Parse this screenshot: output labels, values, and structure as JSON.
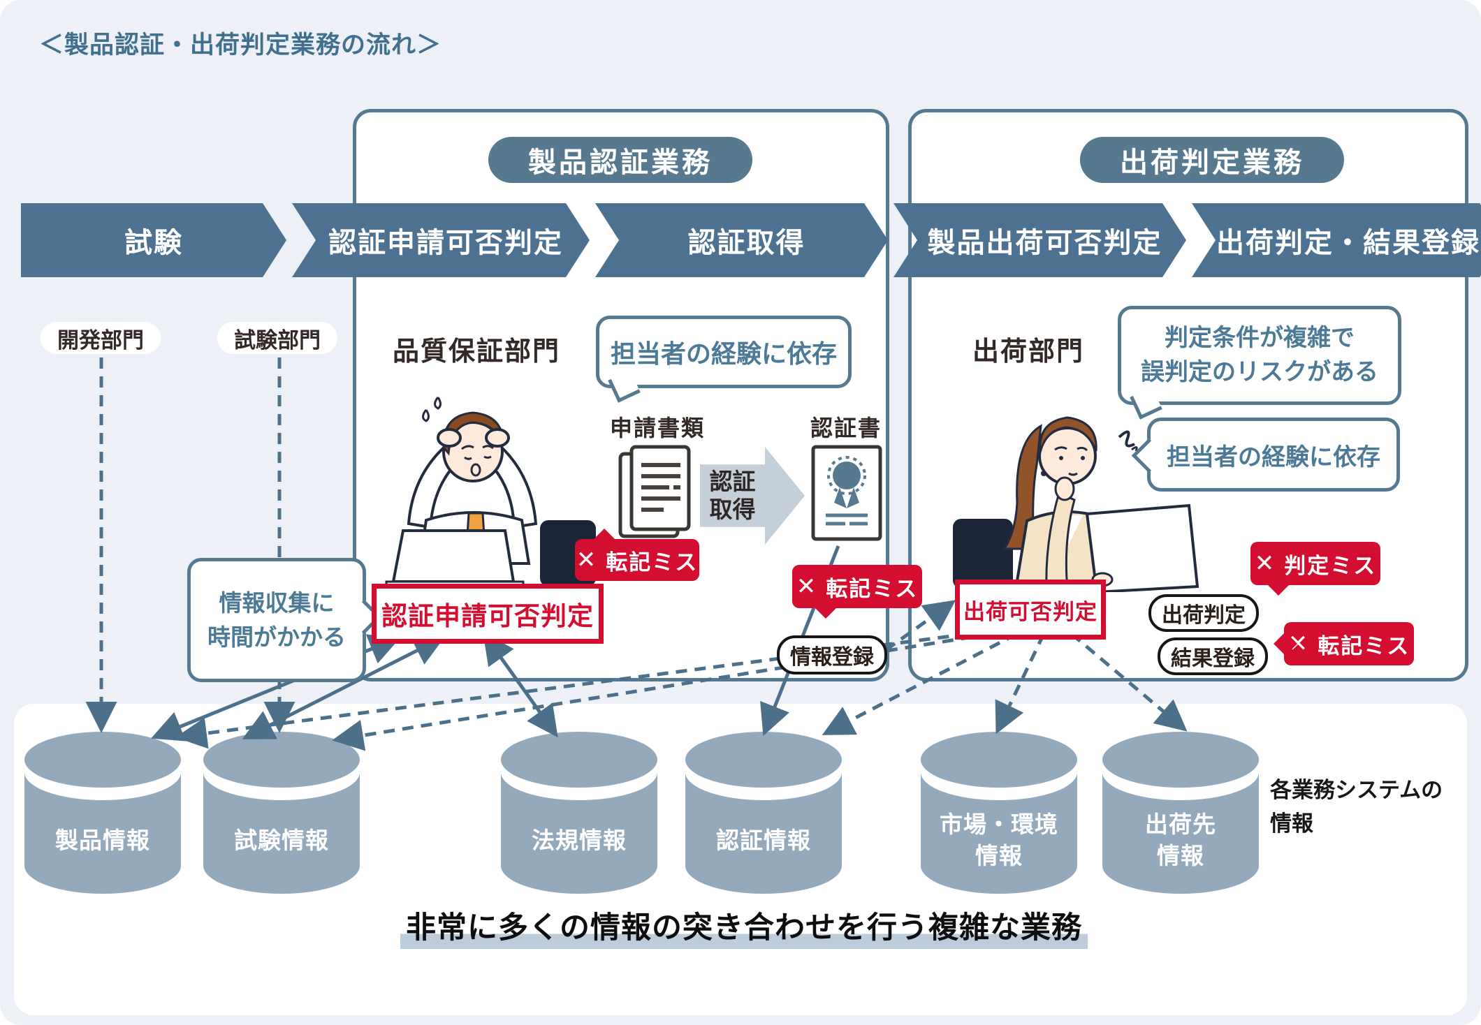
{
  "title": "＜製品認証・出荷判定業務の流れ＞",
  "icons": {
    "x": "✕"
  },
  "colors": {
    "page_bg": "#edf1f7",
    "slate": "#56798f",
    "bar": "#4d7190",
    "red": "#d40e31",
    "bubble_text": "#4c7a96",
    "cylinder": "#95a9bc",
    "highlight": "#bdccdb",
    "dark_text": "#332a27"
  },
  "bar": {
    "stages": [
      "試験",
      "認証申請可否判定",
      "認証取得",
      "製品出荷可否判定",
      "出荷判定・結果登録"
    ]
  },
  "left_depts": [
    {
      "label": "開発部門"
    },
    {
      "label": "試験部門"
    }
  ],
  "cert": {
    "header": "製品認証業務",
    "department": "品質保証部門",
    "bubble": "担当者の経験に依存",
    "docs_label": "申請書類",
    "arrow_label": "認証\n取得",
    "cert_label": "認証書",
    "badge_doc": "転記ミス",
    "badge_register": "転記ミス",
    "judgment_box": "認証申請可否判定",
    "register_pill": "情報登録"
  },
  "ship": {
    "header": "出荷判定業務",
    "department": "出荷部門",
    "bubble_risk": "判定条件が複雑で\n誤判定のリスクがある",
    "bubble_exp": "担当者の経験に依存",
    "badge_judgment": "判定ミス",
    "badge_transcribe": "転記ミス",
    "judgment_box": "出荷可否判定",
    "pill_judgment": "出荷判定",
    "pill_result": "結果登録"
  },
  "collect_bubble": {
    "text": "情報収集に\n時間がかかる"
  },
  "databases": [
    {
      "label": "製品情報"
    },
    {
      "label": "試験情報"
    },
    {
      "label": "法規情報"
    },
    {
      "label": "認証情報"
    },
    {
      "label": "市場・環境\n情報"
    },
    {
      "label": "出荷先\n情報"
    }
  ],
  "db_note": {
    "text": "各業務システムの\n情報"
  },
  "bottom_note": "非常に多くの情報の突き合わせを行う複雑な業務"
}
